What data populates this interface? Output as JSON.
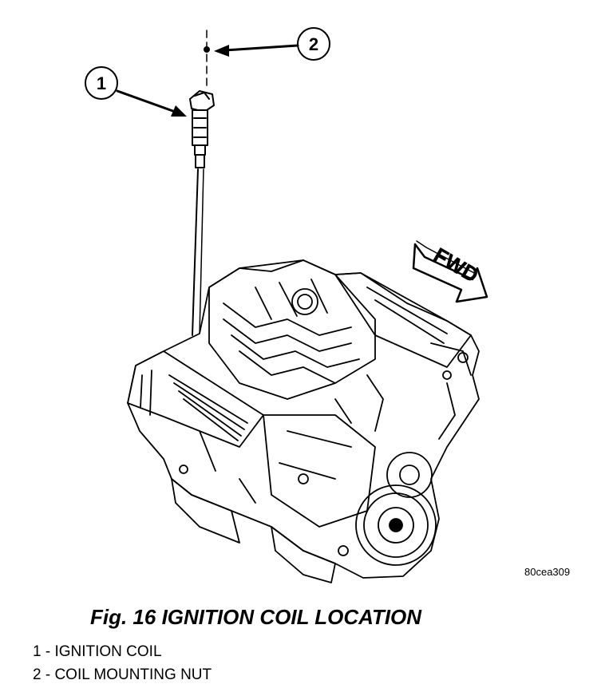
{
  "callouts": [
    {
      "number": "1"
    },
    {
      "number": "2"
    }
  ],
  "direction_label": "FWD",
  "image_code": "80cea309",
  "caption": "Fig. 16 IGNITION COIL LOCATION",
  "legend": [
    {
      "text": "1 - IGNITION COIL"
    },
    {
      "text": "2 - COIL MOUNTING NUT"
    }
  ]
}
